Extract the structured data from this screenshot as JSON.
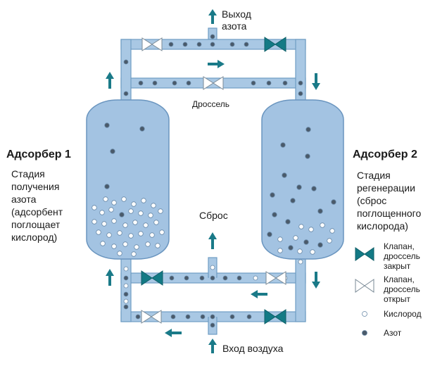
{
  "labels": {
    "nitrogen_out": "Выход\nазота",
    "throttle": "Дроссель",
    "discharge": "Сброс",
    "air_in": "Вход воздуха"
  },
  "adsorber1": {
    "title": "Адсорбер 1",
    "description": "Стадия\nполучения\nазота\n(адсорбент\nпоглощает\nкислород)"
  },
  "adsorber2": {
    "title": "Адсорбер 2",
    "description": "Стадия\nрегенерации\n(сброс\nпоглощенного\nкислорода)"
  },
  "legend": {
    "valve_closed": "Клапан,\nдроссель\nзакрыт",
    "valve_open": "Клапан,\nдроссель\nоткрыт",
    "oxygen": "Кислород",
    "nitrogen": "Азот"
  },
  "colors": {
    "pipe_fill": "#a9c8e4",
    "pipe_stroke": "#6f9cc4",
    "tank_fill": "#a3c3e2",
    "tank_stroke": "#6a95bf",
    "arrow": "#1a7a88",
    "valve_closed": "#137a85",
    "nitrogen_particle": "#4a5a6a",
    "oxygen_particle": "#ffffff"
  }
}
